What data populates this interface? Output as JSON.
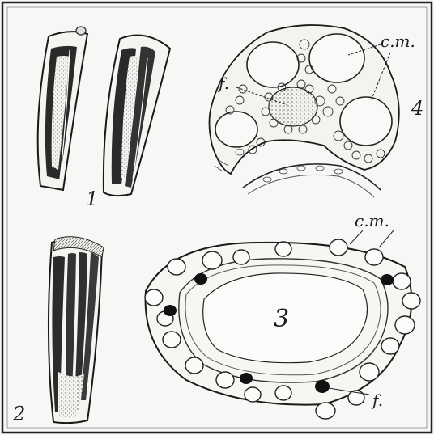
{
  "figure": {
    "panel_numbers": {
      "p1": "1",
      "p2": "2",
      "p3": "3",
      "p4": "4"
    },
    "labels": {
      "cm_top": "c.m.",
      "f_top": "f.",
      "cm_bottom": "c.m.",
      "f_bottom": "f."
    },
    "colors": {
      "paper": "#f7f7f5",
      "ink": "#1c1c1c",
      "frame": "#222222"
    }
  }
}
